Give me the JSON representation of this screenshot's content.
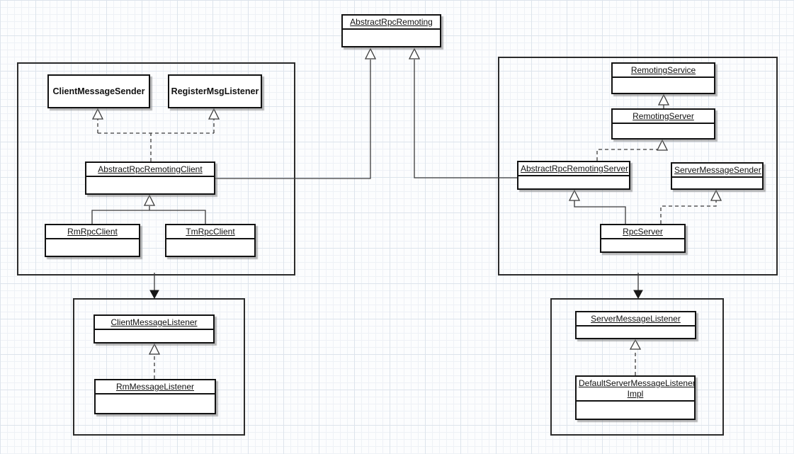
{
  "diagram": {
    "kind": "uml-class-diagram",
    "nodes": {
      "abstractRpcRemoting": {
        "label": "AbstractRpcRemoting"
      },
      "clientMessageSender": {
        "label": "ClientMessageSender"
      },
      "registerMsgListener": {
        "label": "RegisterMsgListener"
      },
      "abstractRpcRemotingClient": {
        "label": "AbstractRpcRemotingClient"
      },
      "rmRpcClient": {
        "label": "RmRpcClient"
      },
      "tmRpcClient": {
        "label": "TmRpcClient"
      },
      "remotingService": {
        "label": "RemotingService"
      },
      "remotingServer": {
        "label": "RemotingServer"
      },
      "abstractRpcRemotingServer": {
        "label": "AbstractRpcRemotingServer"
      },
      "serverMessageSender": {
        "label": "ServerMessageSender"
      },
      "rpcServer": {
        "label": "RpcServer"
      },
      "clientMessageListener": {
        "label": "ClientMessageListener"
      },
      "rmMessageListener": {
        "label": "RmMessageListener"
      },
      "serverMessageListener": {
        "label": "ServerMessageListener"
      },
      "defaultServerMessageListenerImpl": {
        "label": "DefaultServerMessageListenerImpl",
        "line1": "DefaultServerMessageListener",
        "line2": "Impl"
      }
    },
    "groups": {
      "clientGroup": [
        "ClientMessageSender",
        "RegisterMsgListener",
        "AbstractRpcRemotingClient",
        "RmRpcClient",
        "TmRpcClient"
      ],
      "serverGroup": [
        "RemotingService",
        "RemotingServer",
        "AbstractRpcRemotingServer",
        "ServerMessageSender",
        "RpcServer"
      ],
      "clientListenerGroup": [
        "ClientMessageListener",
        "RmMessageListener"
      ],
      "serverListenerGroup": [
        "ServerMessageListener",
        "DefaultServerMessageListenerImpl"
      ]
    },
    "relationships": [
      {
        "from": "AbstractRpcRemotingClient",
        "to": "AbstractRpcRemoting",
        "type": "generalization-solid"
      },
      {
        "from": "AbstractRpcRemotingServer",
        "to": "AbstractRpcRemoting",
        "type": "generalization-solid"
      },
      {
        "from": "AbstractRpcRemotingClient",
        "to": "ClientMessageSender",
        "type": "realization-dashed"
      },
      {
        "from": "AbstractRpcRemotingClient",
        "to": "RegisterMsgListener",
        "type": "realization-dashed"
      },
      {
        "from": "RmRpcClient",
        "to": "AbstractRpcRemotingClient",
        "type": "generalization-solid"
      },
      {
        "from": "TmRpcClient",
        "to": "AbstractRpcRemotingClient",
        "type": "generalization-solid"
      },
      {
        "from": "RemotingServer",
        "to": "RemotingService",
        "type": "generalization-solid"
      },
      {
        "from": "AbstractRpcRemotingServer",
        "to": "RemotingServer",
        "type": "realization-dashed"
      },
      {
        "from": "RpcServer",
        "to": "AbstractRpcRemotingServer",
        "type": "generalization-solid"
      },
      {
        "from": "RpcServer",
        "to": "ServerMessageSender",
        "type": "realization-dashed"
      },
      {
        "from": "RmMessageListener",
        "to": "ClientMessageListener",
        "type": "realization-dashed"
      },
      {
        "from": "DefaultServerMessageListenerImpl",
        "to": "ServerMessageListener",
        "type": "realization-dashed"
      },
      {
        "from": "clientGroup",
        "to": "clientListenerGroup",
        "type": "directed-arrow-filled"
      },
      {
        "from": "serverGroup",
        "to": "serverListenerGroup",
        "type": "directed-arrow-filled"
      }
    ],
    "colors": {
      "line": "#3b3b3b",
      "boxBorder": "#121212",
      "boxFill": "#ffffff",
      "gridMinor": "#eef1f6",
      "gridMajor": "#dde4ec",
      "background": "#fcfdfe"
    }
  }
}
